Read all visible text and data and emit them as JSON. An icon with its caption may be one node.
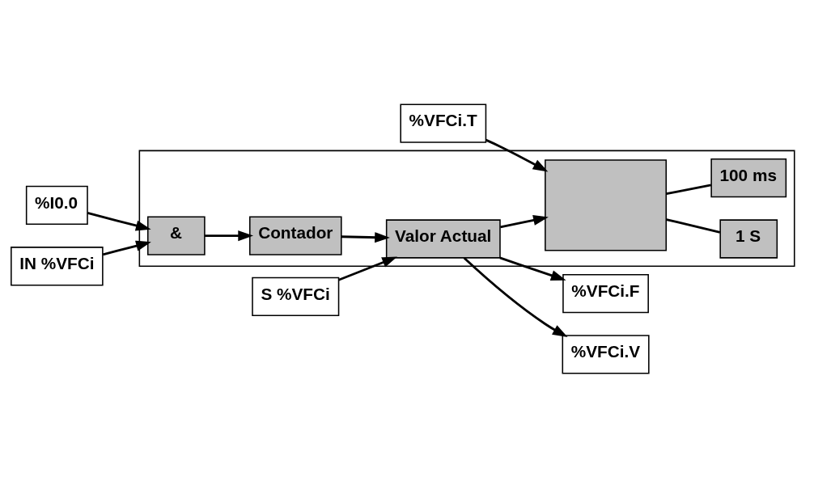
{
  "diagram": {
    "nodes": [
      {
        "text": [],
        "shape": "box"
      },
      {
        "text": [
          "%I0.0"
        ]
      },
      {
        "text": [
          "IN %VFCi"
        ]
      },
      {
        "text": [
          "&"
        ],
        "in": 0
      },
      {
        "text": [
          "Contador"
        ],
        "in": 0
      },
      {
        "text": [
          "S %VFCi"
        ]
      },
      {
        "text": [
          "Valor Actual"
        ],
        "in": 0
      },
      {
        "text": [
          "%VFCi.F"
        ]
      },
      {
        "text": [
          "%VFCi.V"
        ]
      },
      {
        "text": [],
        "shape": "box",
        "in": 0
      },
      {
        "text": [
          "%VFCi.T"
        ]
      },
      {
        "text": [
          "1 S"
        ],
        "in": 0
      },
      {
        "text": [
          "100 ms"
        ],
        "in": 0
      }
    ],
    "edges": [
      {
        "from": 1,
        "to": 3,
        "arrow": "to"
      },
      {
        "from": 2,
        "to": 3,
        "arrow": "to"
      },
      {
        "from": 3,
        "to": 4,
        "arrow": "to"
      },
      {
        "from": 4,
        "to": 6,
        "arrow": "to"
      },
      {
        "from": 5,
        "to": 6,
        "arrow": "to"
      },
      {
        "from": 6,
        "to": 7,
        "arrow": "to"
      },
      {
        "from": 6,
        "to": 8,
        "arrow": "to"
      },
      {
        "from": 6,
        "to": 9,
        "arrow": "to"
      },
      {
        "from": 10,
        "to": 9,
        "arrow": "to"
      },
      {
        "from": 9,
        "to": 11,
        "arrow": "none"
      },
      {
        "from": 9,
        "to": 12,
        "arrow": "none"
      }
    ]
  }
}
